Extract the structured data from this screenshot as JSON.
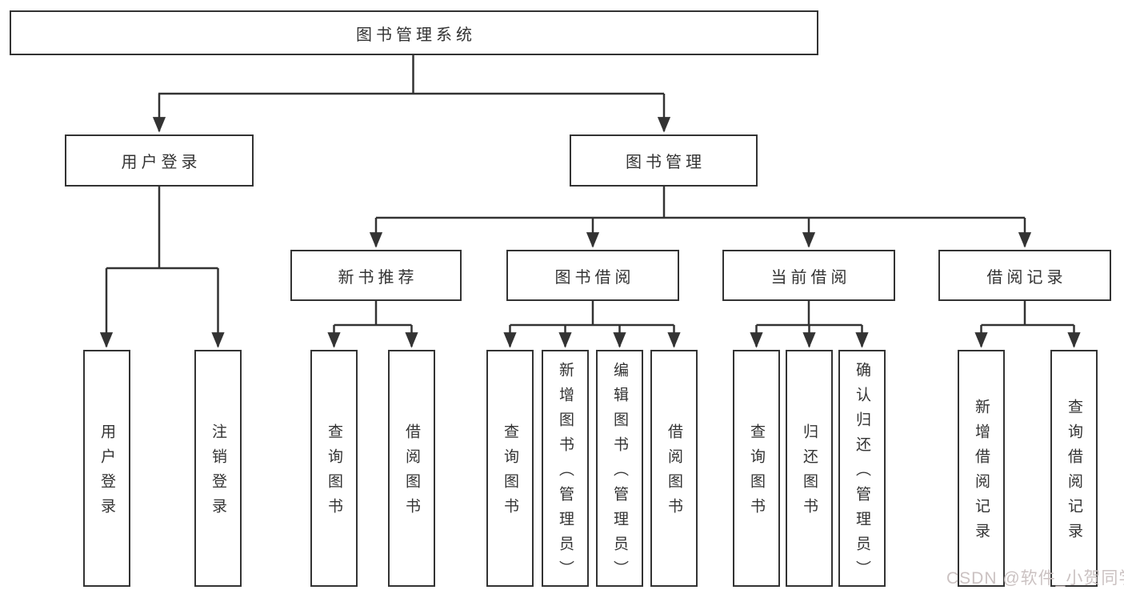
{
  "tree": {
    "label": "图书管理系统",
    "children": [
      {
        "label": "用户登录",
        "children": [
          {
            "label": "用户登录"
          },
          {
            "label": "注销登录"
          }
        ]
      },
      {
        "label": "图书管理",
        "children": [
          {
            "label": "新书推荐",
            "children": [
              {
                "label": "查询图书"
              },
              {
                "label": "借阅图书"
              }
            ]
          },
          {
            "label": "图书借阅",
            "children": [
              {
                "label": "查询图书"
              },
              {
                "label": "新增图书（管理员）"
              },
              {
                "label": "编辑图书（管理员）"
              },
              {
                "label": "借阅图书"
              }
            ]
          },
          {
            "label": "当前借阅",
            "children": [
              {
                "label": "查询图书"
              },
              {
                "label": "归还图书"
              },
              {
                "label": "确认归还（管理员）"
              }
            ]
          },
          {
            "label": "借阅记录",
            "children": [
              {
                "label": "新增借阅记录"
              },
              {
                "label": "查询借阅记录"
              }
            ]
          }
        ]
      }
    ]
  },
  "watermark": {
    "text": "CSDN @软件_小贺同学"
  },
  "colors": {
    "line": "#333333",
    "box_border": "#333333",
    "text": "#333333",
    "watermark": "#cbc2c2",
    "background": "#ffffff"
  }
}
